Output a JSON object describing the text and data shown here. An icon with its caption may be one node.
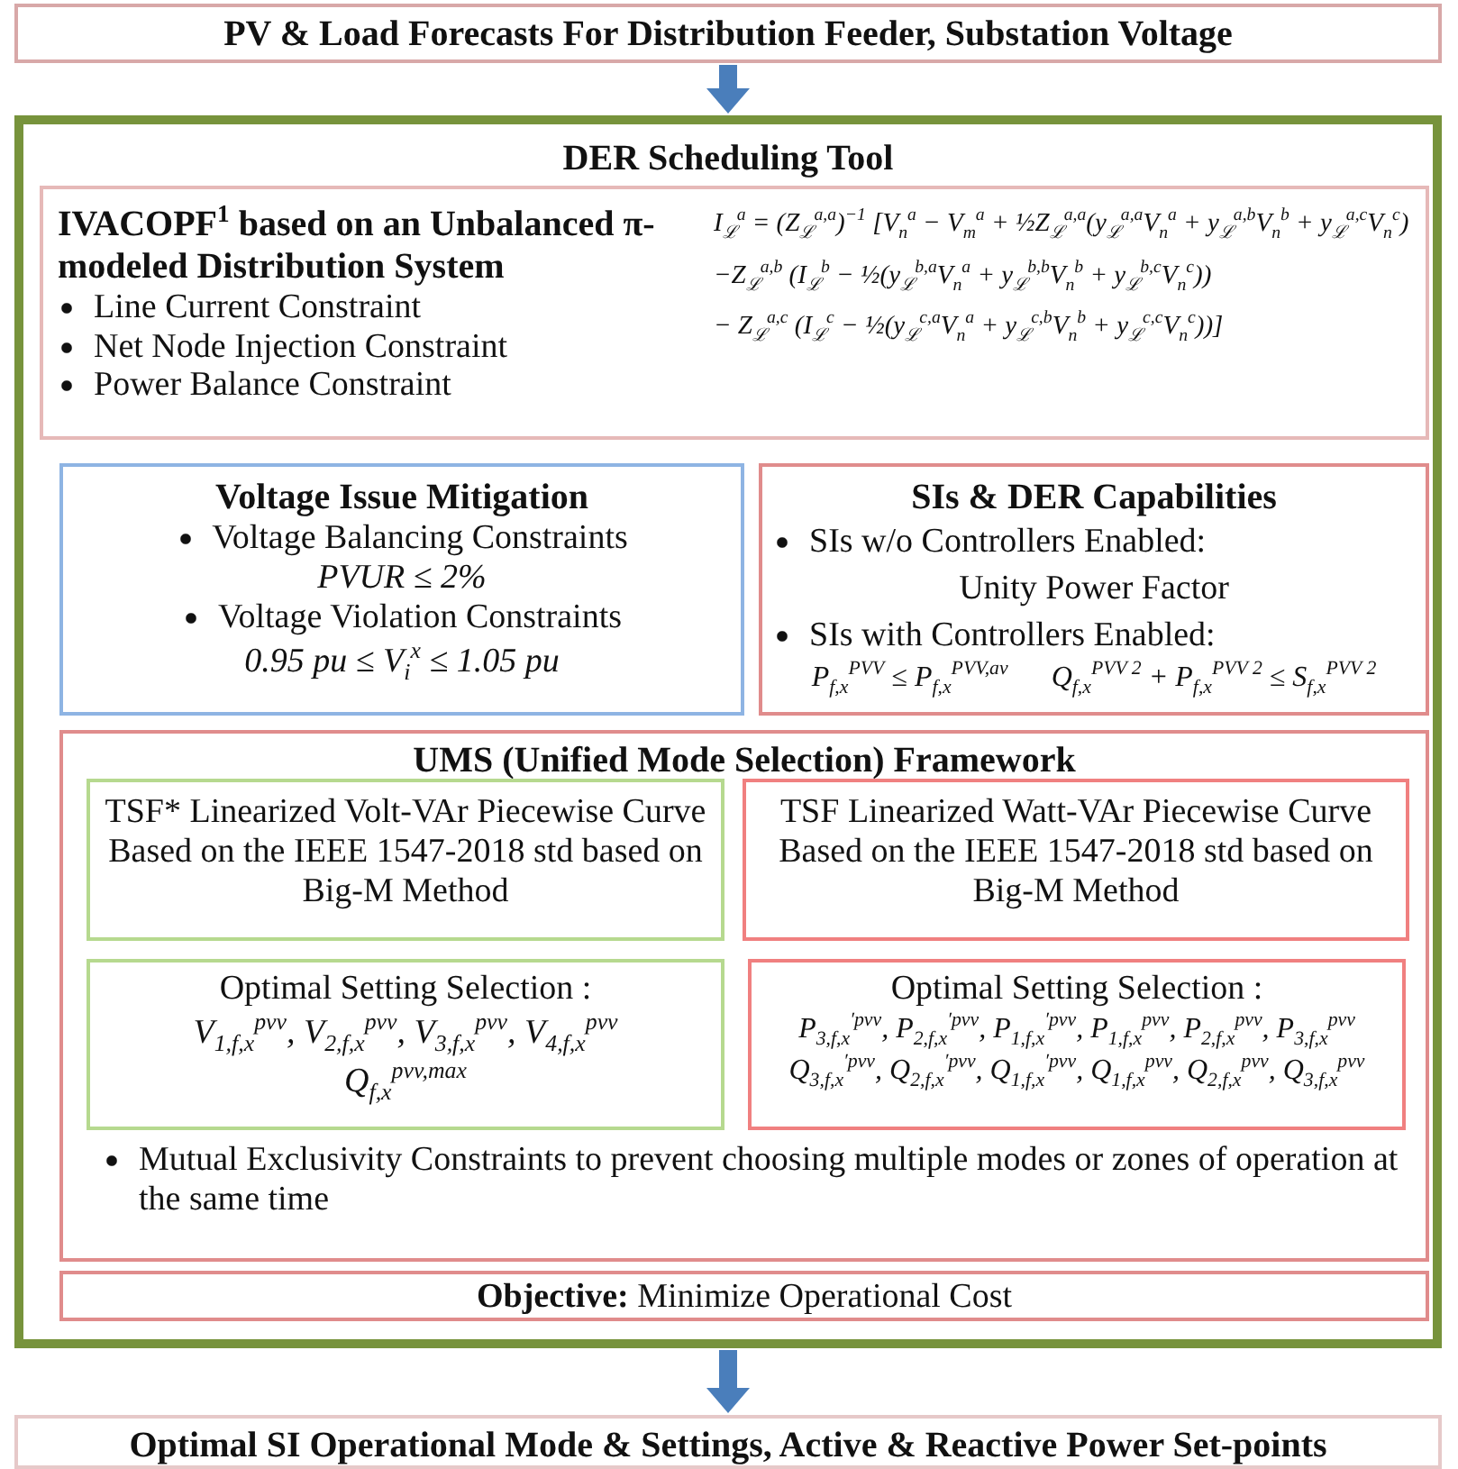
{
  "diagram": {
    "nodes": [
      {
        "text": [
          "PV & Load Forecasts For Distribution Feeder, Substation Voltage"
        ]
      },
      {
        "text": [
          "DER Scheduling Tool"
        ]
      },
      {
        "text": [
          "IVACOPF$^{1}$ based on an Unbalanced π-modeled Distribution System",
          "Line Current Constraint",
          "Net Node Injection Constraint",
          "Power Balance Constraint",
          "I$_{ℒ}$$^{a}$ = (Z$_{ℒ}$$^{a,a}$)$^{−1}$ [V$_{n}$$^{a}$ − V$_{m}$$^{a}$ + ½Z$_{ℒ}$$^{a,a}$(y$_{ℒ}$$^{a,a}$V$_{n}$$^{a}$ + y$_{ℒ}$$^{a,b}$V$_{n}$$^{b}$ + y$_{ℒ}$$^{a,c}$V$_{n}$$^{c}$)",
          "−Z$_{ℒ}$$^{a,b}$ (I$_{ℒ}$$^{b}$ − ½(y$_{ℒ}$$^{b,a}$V$_{n}$$^{a}$ + y$_{ℒ}$$^{b,b}$V$_{n}$$^{b}$ + y$_{ℒ}$$^{b,c}$V$_{n}$$^{c}$))",
          "− Z$_{ℒ}$$^{a,c}$ (I$_{ℒ}$$^{c}$ − ½(y$_{ℒ}$$^{c,a}$V$_{n}$$^{a}$ + y$_{ℒ}$$^{c,b}$V$_{n}$$^{b}$ + y$_{ℒ}$$^{c,c}$V$_{n}$$^{c}$))]"
        ],
        "in": 1
      },
      {
        "text": [
          "Voltage Issue Mitigation",
          "Voltage Balancing Constraints",
          "PVUR ≤ 2%",
          "Voltage Violation Constraints",
          "0.95 pu ≤ V$_{i}$$^{x}$ ≤ 1.05 pu"
        ],
        "in": 1
      },
      {
        "text": [
          "SIs & DER Capabilities",
          "SIs w/o Controllers Enabled:",
          "Unity Power Factor",
          "SIs with Controllers Enabled:",
          "P$_{f,x}$$^{PVV}$ ≤ P$_{f,x}$$^{PVV,av}$",
          "Q$_{f,x}$$^{PVV 2}$ + P$_{f,x}$$^{PVV 2}$ ≤ S$_{f,x}$$^{PVV 2}$"
        ],
        "in": 1
      },
      {
        "text": [
          "UMS (Unified Mode Selection) Framework",
          "Mutual Exclusivity Constraints to prevent choosing multiple modes or zones of operation at the same time"
        ],
        "in": 1
      },
      {
        "text": [
          "TSF* Linearized Volt-VAr Piecewise Curve Based on the IEEE 1547-2018 std based on Big-M Method"
        ],
        "in": 5
      },
      {
        "text": [
          "TSF Linearized Watt-VAr Piecewise Curve Based on the IEEE 1547-2018 std based on Big-M Method"
        ],
        "in": 5
      },
      {
        "text": [
          "Optimal Setting Selection :",
          "V$_{1,f,x}$$^{pvv}$, V$_{2,f,x}$$^{pvv}$, V$_{3,f,x}$$^{pvv}$, V$_{4,f,x}$$^{pvv}$",
          "Q$_{f,x}$$^{pvv,max}$"
        ],
        "in": 5
      },
      {
        "text": [
          "Optimal Setting Selection :",
          "P$_{3,f,x}$$^{′pvv}$, P$_{2,f,x}$$^{′pvv}$, P$_{1,f,x}$$^{′pvv}$, P$_{1,f,x}$$^{pvv}$, P$_{2,f,x}$$^{pvv}$, P$_{3,f,x}$$^{pvv}$",
          "Q$_{3,f,x}$$^{′pvv}$, Q$_{2,f,x}$$^{′pvv}$, Q$_{1,f,x}$$^{′pvv}$, Q$_{1,f,x}$$^{pvv}$, Q$_{2,f,x}$$^{pvv}$, Q$_{3,f,x}$$^{pvv}$"
        ],
        "in": 5
      },
      {
        "text": [
          "**Objective:** Minimize Operational Cost"
        ],
        "in": 1
      },
      {
        "text": [
          "Optimal SI Operational Mode & Settings, Active & Reactive Power Set-points"
        ]
      }
    ],
    "edges": [
      {
        "from": 0,
        "to": 1,
        "arrow": "to"
      },
      {
        "from": 1,
        "to": 11,
        "arrow": "to"
      }
    ]
  }
}
